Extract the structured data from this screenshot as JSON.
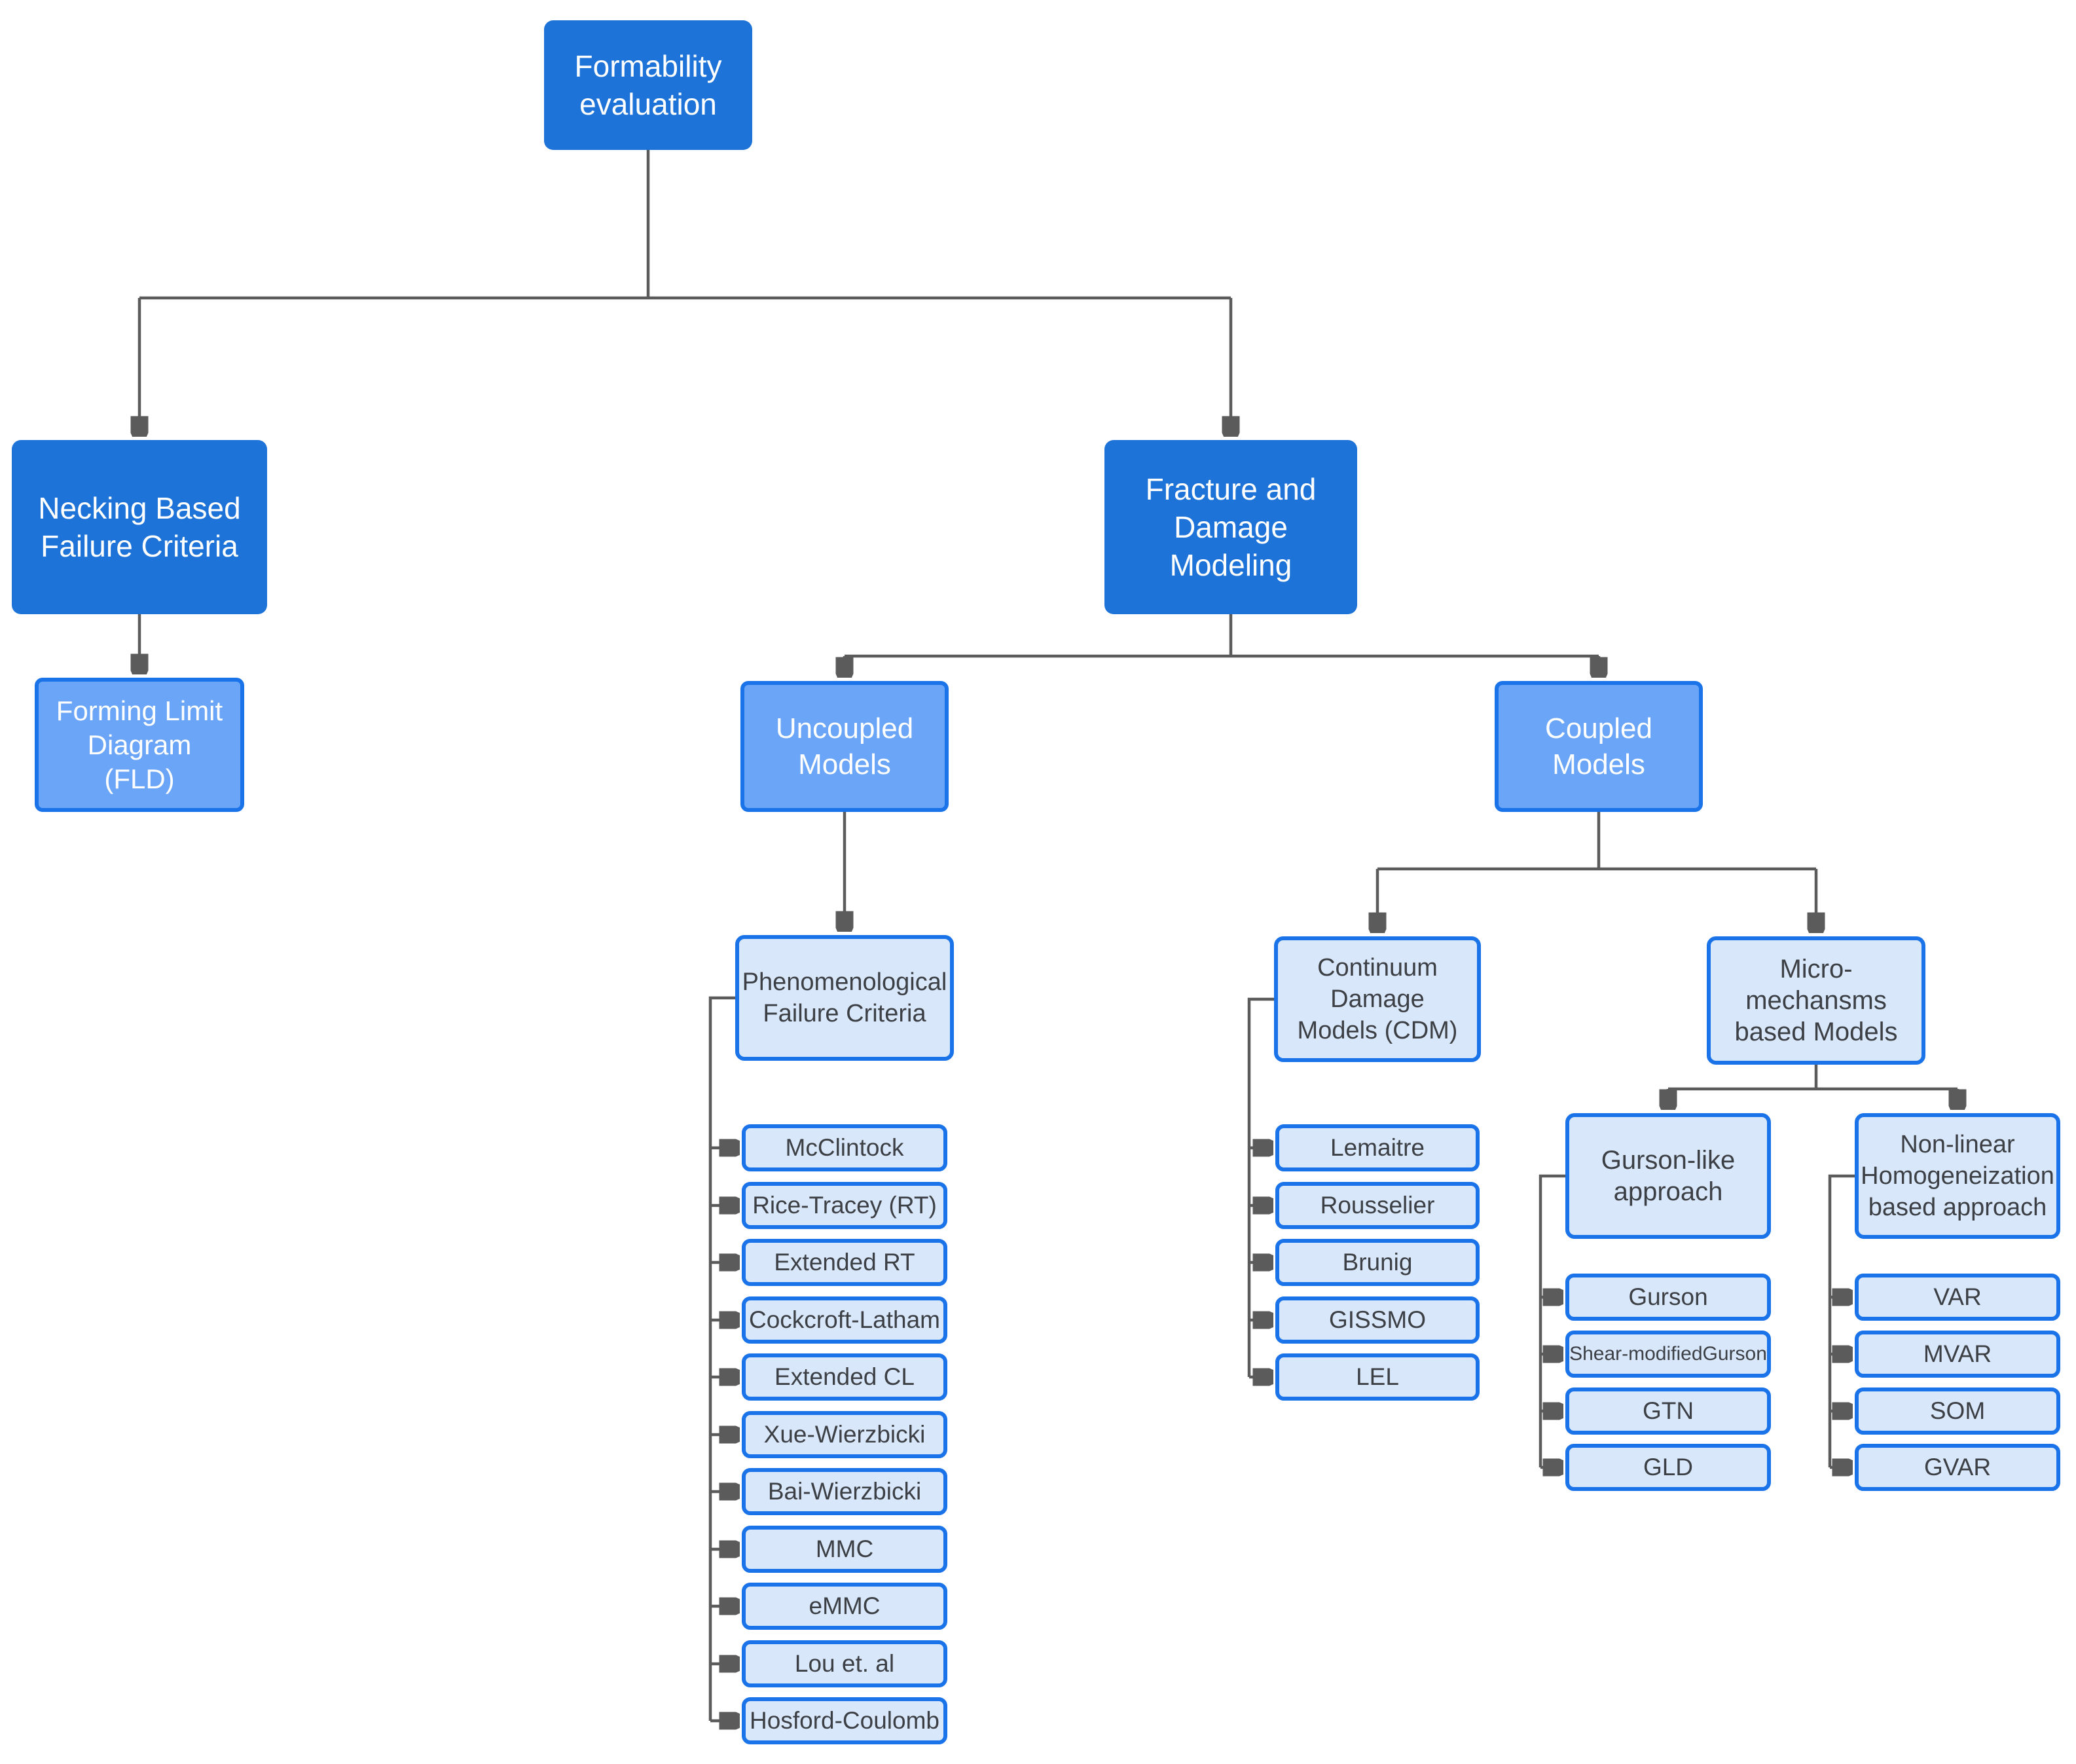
{
  "flowchart": {
    "root": {
      "label": "Formability\nevaluation"
    },
    "branches": {
      "necking": {
        "label": "Necking  Based\nFailure Criteria",
        "child": {
          "label": "Forming Limit\nDiagram\n(FLD)"
        }
      },
      "fracture": {
        "label": "Fracture and\nDamage\nModeling",
        "uncoupled": {
          "label": "Uncoupled\nModels",
          "phenomenological": {
            "label": "Phenomenological\nFailure Criteria",
            "leaves": [
              "McClintock",
              "Rice-Tracey (RT)",
              "Extended RT",
              "Cockcroft-Latham",
              "Extended CL",
              "Xue-Wierzbicki",
              "Bai-Wierzbicki",
              "MMC",
              "eMMC",
              "Lou et. al",
              "Hosford-Coulomb"
            ]
          }
        },
        "coupled": {
          "label": "Coupled\nModels",
          "cdm": {
            "label": "Continuum\nDamage\nModels (CDM)",
            "leaves": [
              "Lemaitre",
              "Rousselier",
              "Brunig",
              "GISSMO",
              "LEL"
            ]
          },
          "micro": {
            "label": "Micro-mechansms\nbased Models",
            "gurson": {
              "label": "Gurson-like\napproach",
              "leaves": [
                "Gurson",
                "Shear-modifiedGurson",
                "GTN",
                "GLD"
              ]
            },
            "homogeneization": {
              "label": "Non-linear\nHomogeneization\nbased approach",
              "leaves": [
                "VAR",
                "MVAR",
                "SOM",
                "GVAR"
              ]
            }
          }
        }
      }
    }
  },
  "colors": {
    "primary_node": "#1e73d9",
    "medium_node_fill": "#6aa5f7",
    "light_node_fill": "#d9e7fb",
    "node_border": "#1a73e8",
    "connector": "#5b5b5b",
    "text_dark": "#3c4045",
    "text_light": "#ffffff",
    "background": "#ffffff"
  }
}
